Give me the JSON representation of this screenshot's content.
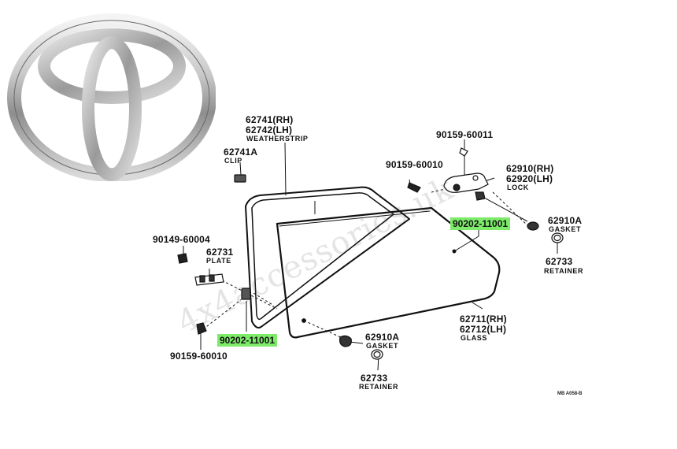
{
  "logo": {
    "name": "toyota-emblem"
  },
  "watermark": "4x4accessories.uk",
  "ref_code": "MB A058-B",
  "parts": {
    "weatherstrip": {
      "rh": "62741(RH)",
      "lh": "62742(LH)",
      "name": "WEATHERSTRIP"
    },
    "clip": {
      "num": "62741A",
      "name": "CLIP"
    },
    "screw_top": {
      "num": "90159-60011"
    },
    "screw_lock": {
      "num": "90159-60010"
    },
    "lock": {
      "rh": "62910(RH)",
      "lh": "62920(LH)",
      "name": "LOCK"
    },
    "nut_right": {
      "num": "90202-11001"
    },
    "gasket_right": {
      "num": "62910A",
      "name": "GASKET"
    },
    "retainer_right": {
      "num": "62733",
      "name": "RETAINER"
    },
    "bolt_left": {
      "num": "90149-60004"
    },
    "plate": {
      "num": "62731",
      "name": "PLATE"
    },
    "screw_bottom": {
      "num": "90159-60010"
    },
    "nut_left": {
      "num": "90202-11001"
    },
    "gasket_bottom": {
      "num": "62910A",
      "name": "GASKET"
    },
    "retainer_bottom": {
      "num": "62733",
      "name": "RETAINER"
    },
    "glass": {
      "rh": "62711(RH)",
      "lh": "62712(LH)",
      "name": "GLASS"
    }
  }
}
